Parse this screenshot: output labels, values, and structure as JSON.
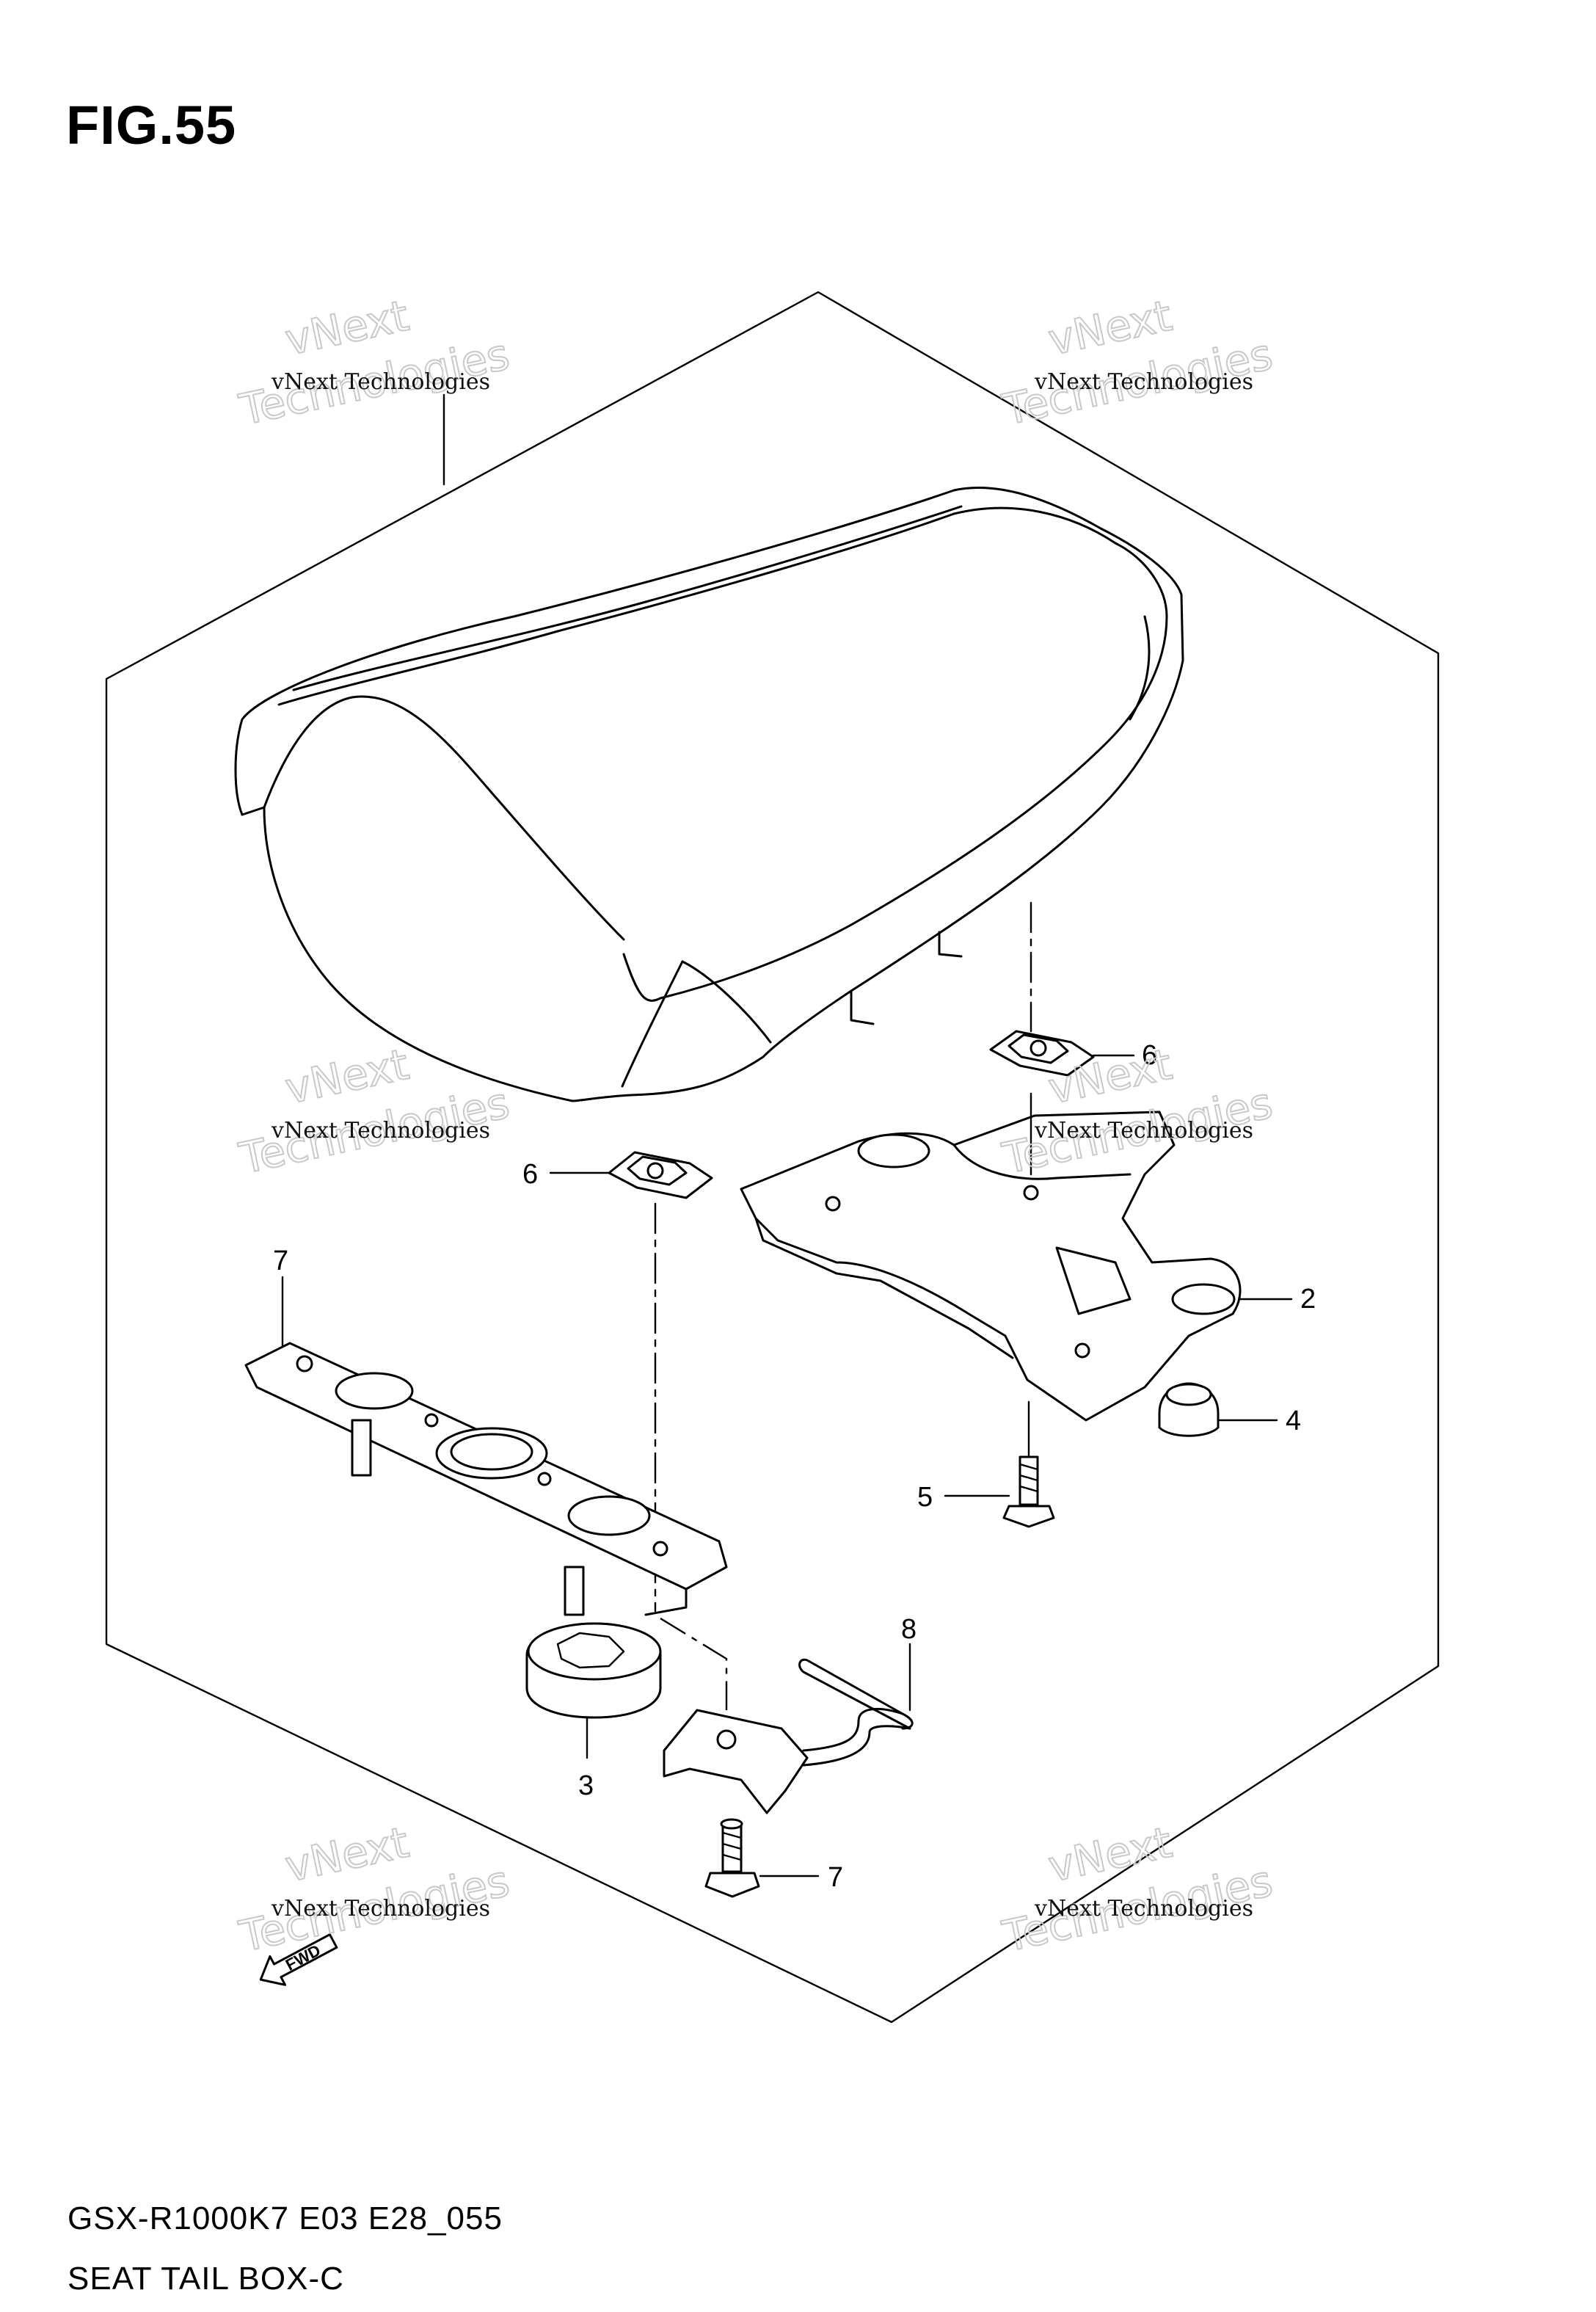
{
  "figure": {
    "title": "FIG.55"
  },
  "watermark": {
    "line_small": "vNext Technologies",
    "word_top": "vNext",
    "word_bottom": "Technologies"
  },
  "callouts": [
    {
      "id": "c1",
      "label": "6"
    },
    {
      "id": "c2",
      "label": "6"
    },
    {
      "id": "c3",
      "label": "2"
    },
    {
      "id": "c4",
      "label": "4"
    },
    {
      "id": "c5",
      "label": "5"
    },
    {
      "id": "c6",
      "label": "7"
    },
    {
      "id": "c7",
      "label": "3"
    },
    {
      "id": "c8",
      "label": "8"
    },
    {
      "id": "c9",
      "label": "7"
    }
  ],
  "fwd_label": "FWD",
  "footer": {
    "model": "GSX-R1000K7 E03 E28_055",
    "part_name": "SEAT TAIL BOX-C"
  }
}
